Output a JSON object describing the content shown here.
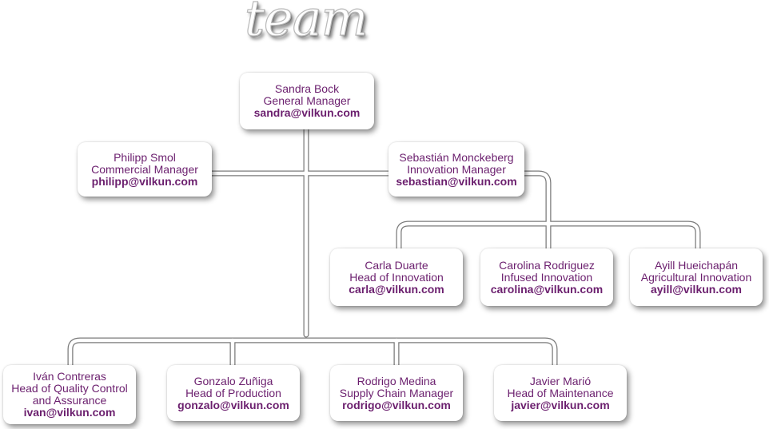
{
  "title": "team",
  "colors": {
    "text": "#6b1f6e",
    "connector": "#ffffff",
    "connector_outline": "#7a7a7a"
  },
  "people": {
    "manager": {
      "name": "Sandra Bock",
      "role_lines": [
        "General Manager"
      ],
      "email": "sandra@vilkun.com"
    },
    "commercial": {
      "name": "Philipp Smol",
      "role_lines": [
        "Commercial Manager"
      ],
      "email": "philipp@vilkun.com"
    },
    "innovation": {
      "name": "Sebastián Monckeberg",
      "role_lines": [
        "Innovation Manager"
      ],
      "email": "sebastian@vilkun.com"
    },
    "carla": {
      "name": "Carla Duarte",
      "role_lines": [
        "Head of Innovation"
      ],
      "email": "carla@vilkun.com"
    },
    "carolina": {
      "name": "Carolina Rodriguez",
      "role_lines": [
        "Infused Innovation"
      ],
      "email": "carolina@vilkun.com"
    },
    "ayill": {
      "name": "Ayill Hueichapán",
      "role_lines": [
        "Agricultural Innovation"
      ],
      "email": "ayill@vilkun.com"
    },
    "ivan": {
      "name": "Iván Contreras",
      "role_lines": [
        "Head of Quality Control",
        "and Assurance"
      ],
      "email": "ivan@vilkun.com"
    },
    "gonzalo": {
      "name": "Gonzalo Zuñiga",
      "role_lines": [
        "Head of Production"
      ],
      "email": "gonzalo@vilkun.com"
    },
    "rodrigo": {
      "name": "Rodrigo Medina",
      "role_lines": [
        "Supply Chain Manager"
      ],
      "email": "rodrigo@vilkun.com"
    },
    "javier": {
      "name": "Javier Marió",
      "role_lines": [
        "Head of Maintenance"
      ],
      "email": "javier@vilkun.com"
    }
  }
}
